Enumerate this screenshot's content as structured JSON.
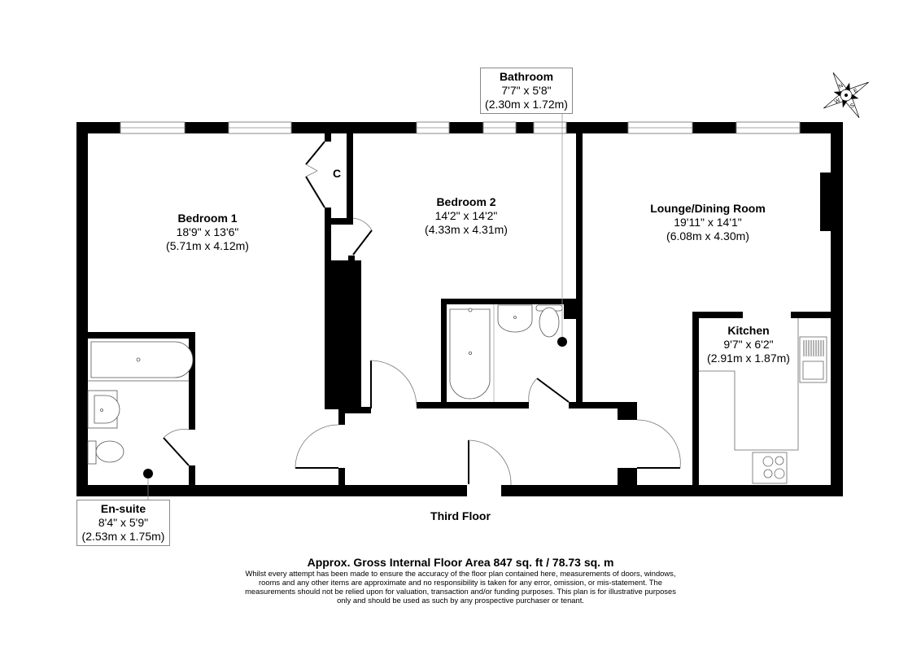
{
  "floor": {
    "name": "Third Floor",
    "area_summary": "Approx. Gross Internal Floor Area 847 sq. ft / 78.73 sq. m",
    "disclaimer": "Whilst every attempt has been made to ensure the accuracy of the floor plan contained here, measurements of doors, windows, rooms and any other items are approximate and no responsibility is taken for any error, omission, or mis-statement. The measurements should not be relied upon for valuation, transaction and/or funding purposes. This plan is for illustrative purposes only and should be used as such by any prospective purchaser or tenant."
  },
  "compass": {
    "icon": "compass-rose-icon",
    "labels": [
      "N",
      "E",
      "S",
      "W"
    ]
  },
  "rooms": [
    {
      "name": "Bedroom 1",
      "imperial": "18'9\" x 13'6\"",
      "metric": "(5.71m x 4.12m)"
    },
    {
      "name": "Bedroom 2",
      "imperial": "14'2\" x 14'2\"",
      "metric": "(4.33m x 4.31m)"
    },
    {
      "name": "Lounge/Dining Room",
      "imperial": "19'11\" x 14'1\"",
      "metric": "(6.08m x 4.30m)"
    },
    {
      "name": "Kitchen",
      "imperial": "9'7\" x 6'2\"",
      "metric": "(2.91m x 1.87m)"
    },
    {
      "name": "Bathroom",
      "imperial": "7'7\" x 5'8\"",
      "metric": "(2.30m x 1.72m)"
    },
    {
      "name": "En-suite",
      "imperial": "8'4\" x 5'9\"",
      "metric": "(2.53m x 1.75m)"
    }
  ],
  "closet_label": "C",
  "colors": {
    "wall": "#000000",
    "fixture": "#555555",
    "callout_border": "#888888"
  }
}
